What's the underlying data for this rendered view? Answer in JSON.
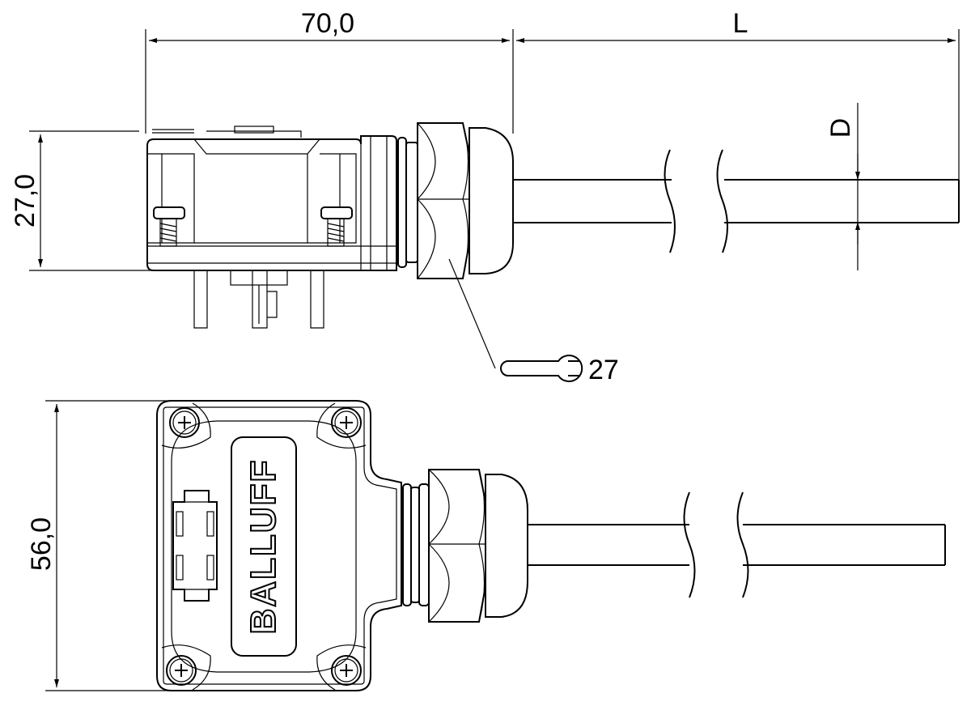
{
  "dimensions": {
    "length": "70,0",
    "cable_length": "L",
    "cable_diameter": "D",
    "height": "27,0",
    "width": "56,0",
    "wrench_size": "27"
  },
  "brand": {
    "name": "BALLUFF"
  },
  "icons": {
    "wrench": "open-end-wrench-icon"
  }
}
